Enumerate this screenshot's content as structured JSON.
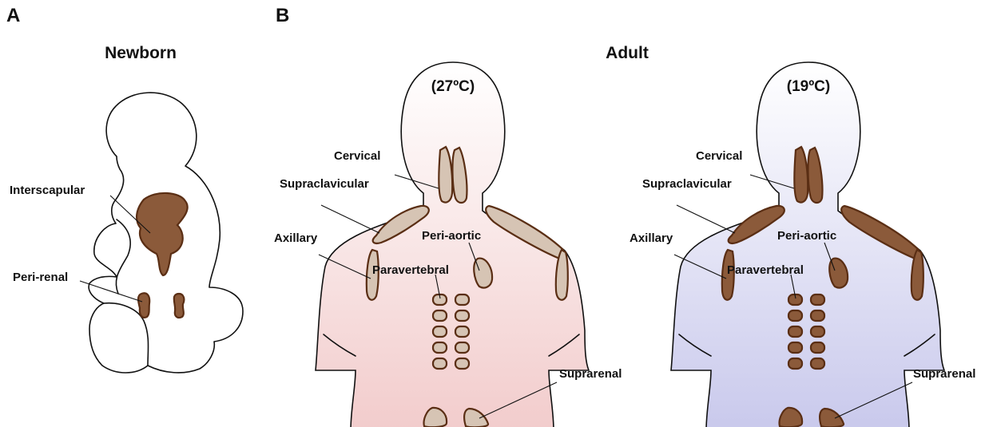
{
  "panels": {
    "a": {
      "letter": "A",
      "title": "Newborn"
    },
    "b": {
      "letter": "B",
      "title": "Adult"
    }
  },
  "newborn_labels": {
    "interscapular": "Interscapular",
    "perirenal": "Peri-renal"
  },
  "adults": [
    {
      "temperature": "(27ºC)",
      "labels": {
        "cervical": "Cervical",
        "supraclavicular": "Supraclavicular",
        "axillary": "Axillary",
        "periaortic": "Peri-aortic",
        "paravertebral": "Paravertebral",
        "suprarenal": "Suprarenal"
      }
    },
    {
      "temperature": "(19ºC)",
      "labels": {
        "cervical": "Cervical",
        "supraclavicular": "Supraclavicular",
        "axillary": "Axillary",
        "periaortic": "Peri-aortic",
        "paravertebral": "Paravertebral",
        "suprarenal": "Suprarenal"
      }
    }
  ],
  "colors": {
    "newborn_fat": "#8b5a3a",
    "adult_warm_fat": "#d6c4b4",
    "adult_cold_fat": "#8b5a3a",
    "fat_outline": "#5a2e14",
    "warm_body_top": "#ffffff",
    "warm_body_bottom": "#f2cccc",
    "cold_body_top": "#ffffff",
    "cold_body_bottom": "#c9c9ec"
  }
}
